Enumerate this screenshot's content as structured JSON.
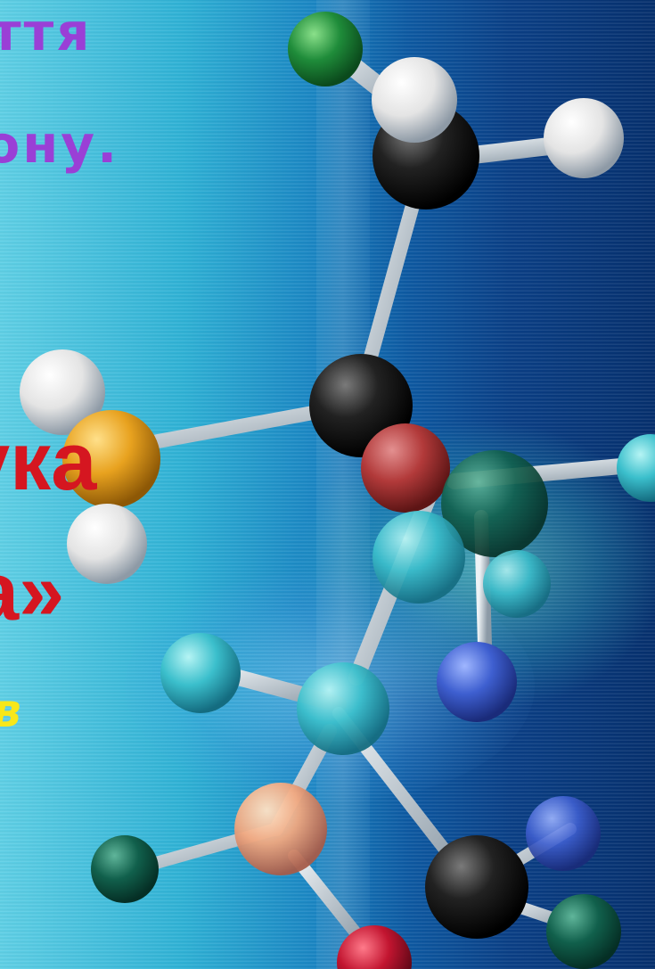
{
  "slide": {
    "line1": "ття",
    "line2": "кону.",
    "line3": "ука",
    "line4": "а»",
    "line5": "єв"
  },
  "molecule_image": {
    "icon": "molecule-model-icon"
  },
  "colors": {
    "purple_text": "#9a3fd6",
    "red_text": "#d51620",
    "yellow_text": "#f7e71a",
    "background_left": "#5fd0e6",
    "background_right": "#06306e"
  }
}
